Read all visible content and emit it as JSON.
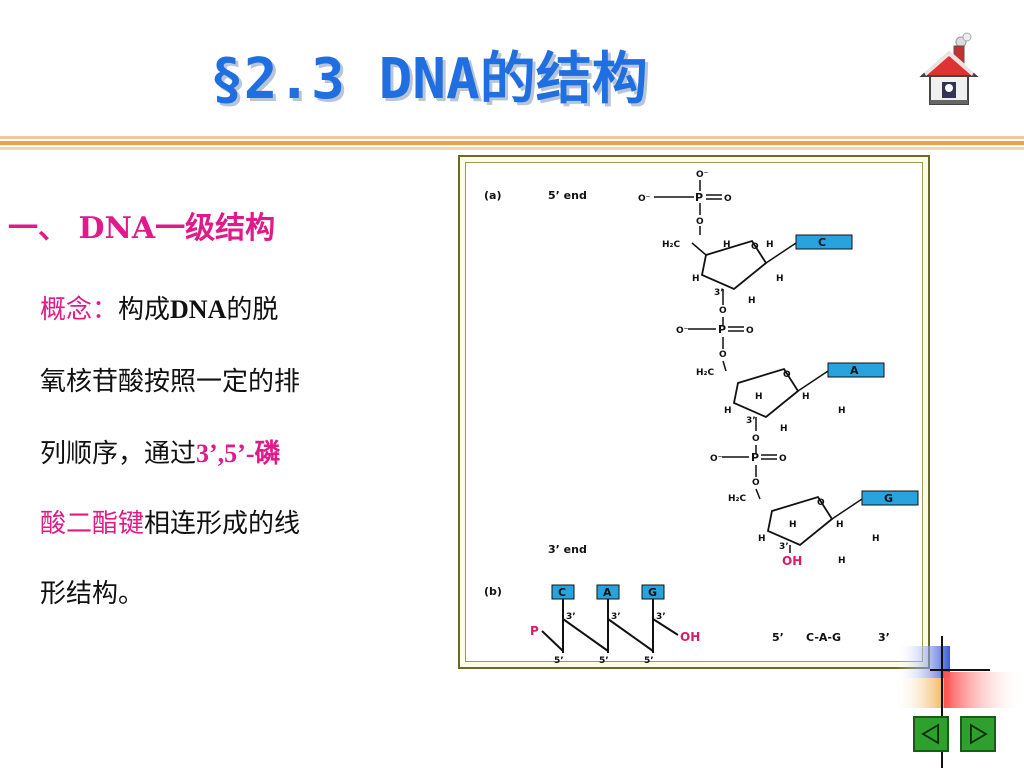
{
  "title": "§2.3 DNA的结构",
  "section": {
    "heading": "一、 DNA一级结构"
  },
  "concept": {
    "label": "概念：",
    "line1_rest": "构成",
    "line1_dna": "DNA",
    "line1_tail": "的脱",
    "line2": "氧核苷酸按照一定的排",
    "line3_a": "列顺序，通过",
    "line3_b": "3’,5’-磷",
    "line4_a": "酸二酯键",
    "line4_b": "相连形成的线",
    "line5": "形结构。"
  },
  "figure": {
    "panel_a": "(a)",
    "panel_b": "(b)",
    "five_end": "5’ end",
    "three_end": "3’ end",
    "bases": [
      "C",
      "A",
      "G"
    ],
    "phosphate_o_minus": "O⁻",
    "phosphate_p": "P",
    "phosphate_o": "O",
    "h2c": "H₂C",
    "oh_label": "OH",
    "p_label": "P",
    "seq_left": "5’",
    "seq": "C-A-G",
    "seq_right": "3’",
    "prime3": "3’",
    "prime5": "5’",
    "colors": {
      "base_fill": "#27a3e0",
      "oh": "#e0186a"
    }
  },
  "colors": {
    "title": "#1f6fe0",
    "accent": "#e01a8a"
  },
  "nav": {
    "prev_icon": "triangle-left",
    "next_icon": "triangle-right"
  }
}
